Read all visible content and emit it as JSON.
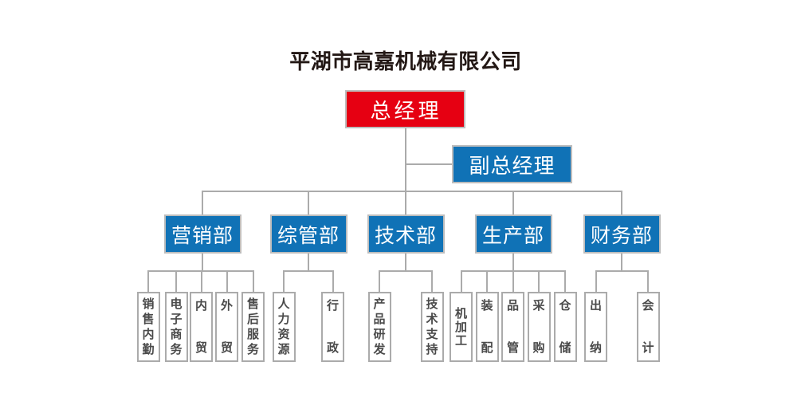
{
  "title": "平湖市高嘉机械有限公司",
  "colors": {
    "executive_red": "#e60012",
    "primary_blue": "#1072b6",
    "connector_gray": "#ababab",
    "title_black": "#231815",
    "child_text_gray": "#4a4a4a"
  },
  "org": {
    "general_manager": "总经理",
    "deputy_general_manager": "副总经理",
    "departments": [
      {
        "label": "营销部",
        "children": [
          "销售内勤",
          "电子商务",
          "内贸",
          "外贸",
          "售后服务"
        ]
      },
      {
        "label": "综管部",
        "children": [
          "人力资源",
          "行政"
        ]
      },
      {
        "label": "技术部",
        "children": [
          "产品研发",
          "技术支持"
        ]
      },
      {
        "label": "生产部",
        "children": [
          "机加工",
          "装配",
          "品管",
          "采购",
          "仓储"
        ]
      },
      {
        "label": "财务部",
        "children": [
          "出纳",
          "会计"
        ]
      }
    ]
  }
}
